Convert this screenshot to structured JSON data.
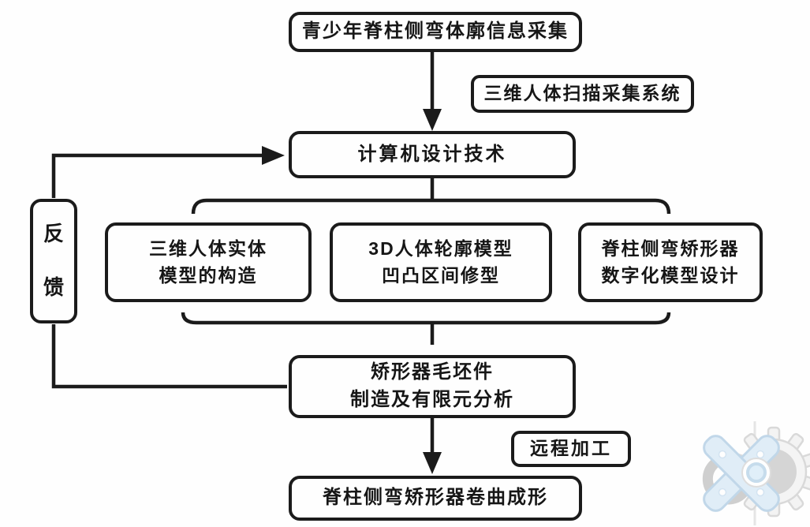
{
  "diagram": {
    "nodes": {
      "capture": {
        "label": "青少年脊柱侧弯体廓信息采集"
      },
      "scan_system": {
        "label": "三维人体扫描采集系统"
      },
      "computer_design": {
        "label": "计算机设计技术"
      },
      "solid_model": {
        "label": "三维人体实体\n模型的构造"
      },
      "contour_model": {
        "label": "3D人体轮廓模型\n凹凸区间修型"
      },
      "orthosis_model": {
        "label": "脊柱侧弯矫形器\n数字化模型设计"
      },
      "feedback": {
        "label": "反\n馈"
      },
      "manufacture": {
        "label": "矫形器毛坯件\n制造及有限元分析"
      },
      "remote_processing": {
        "label": "远程加工"
      },
      "forming": {
        "label": "脊柱侧弯矫形器卷曲成形"
      }
    },
    "edges": [
      {
        "from": "capture",
        "to": "computer_design",
        "arrow": true
      },
      {
        "from": "scan_system",
        "to": "capture-computer_design-link",
        "arrow": false
      },
      {
        "from": "computer_design",
        "to": "solid_model",
        "arrow": false
      },
      {
        "from": "computer_design",
        "to": "contour_model",
        "arrow": false
      },
      {
        "from": "computer_design",
        "to": "orthosis_model",
        "arrow": false
      },
      {
        "from": "solid_model",
        "to": "manufacture",
        "arrow": false
      },
      {
        "from": "contour_model",
        "to": "manufacture",
        "arrow": false
      },
      {
        "from": "orthosis_model",
        "to": "manufacture",
        "arrow": false
      },
      {
        "from": "manufacture",
        "to": "forming",
        "arrow": true
      },
      {
        "from": "remote_processing",
        "to": "manufacture-forming-link",
        "arrow": false
      },
      {
        "from": "manufacture",
        "to": "feedback",
        "arrow": false
      },
      {
        "from": "feedback",
        "to": "computer_design",
        "arrow": true
      }
    ],
    "colors": {
      "line": "#1b1b1b",
      "box_background": "#fefefe",
      "text": "#161616",
      "logo_blue": "#cfe4f4",
      "logo_blue_edge": "#9cc0dd",
      "logo_gray": "#c4c4c4"
    }
  }
}
